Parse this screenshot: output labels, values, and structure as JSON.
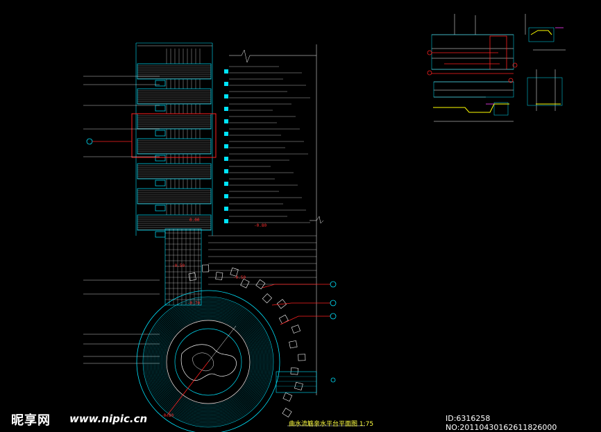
{
  "drawing": {
    "title": "曲水流觞亲水平台平面图 1:75",
    "level_marks": [
      "0.00",
      "-0.80",
      "-0.50",
      "-0.50",
      "-0.70",
      "-0.80"
    ],
    "colors": {
      "background": "#000000",
      "line_main": "#00e5ff",
      "line_white": "#ffffff",
      "accent_red": "#ff2020",
      "accent_yellow": "#ffff00",
      "accent_magenta": "#ff40ff"
    }
  },
  "watermark": {
    "logo": "昵享网",
    "url": "www.nipic.cn",
    "id_text": "ID:6316258 NO:20110430162611826000"
  }
}
